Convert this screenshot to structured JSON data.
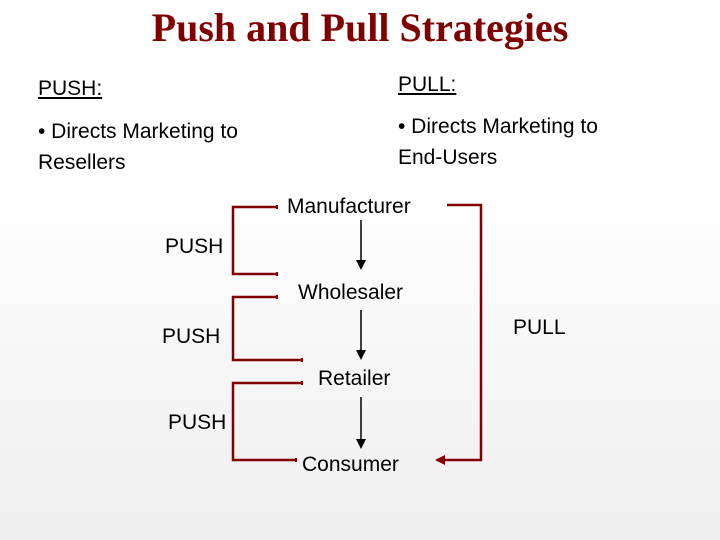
{
  "title": "Push and Pull Strategies",
  "push_header": "PUSH:",
  "pull_header": "PULL:",
  "push_desc_line1": "• Directs Marketing to",
  "push_desc_line2": "Resellers",
  "pull_desc_line1": "• Directs Marketing to",
  "pull_desc_line2": "End-Users",
  "nodes": {
    "manufacturer": "Manufacturer",
    "wholesaler": "Wholesaler",
    "retailer": "Retailer",
    "consumer": "Consumer"
  },
  "push_labels": [
    "PUSH",
    "PUSH",
    "PUSH"
  ],
  "pull_label": "PULL",
  "colors": {
    "title": "#800000",
    "connector": "#800000",
    "arrow": "#000000"
  }
}
